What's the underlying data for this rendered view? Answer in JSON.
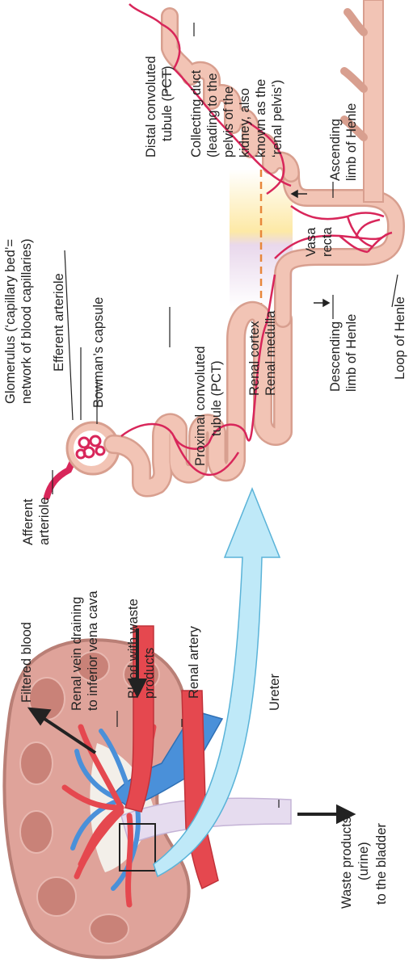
{
  "labels": {
    "filtered_blood": "Filtered blood",
    "renal_vein_1": "Renal vein draining",
    "renal_vein_2": "to inferior vena cava",
    "blood_waste_1": "Blood with waste",
    "blood_waste_2": "products",
    "renal_artery": "Renal artery",
    "ureter": "Ureter",
    "waste_products_1": "Waste products",
    "waste_products_2": "(urine)",
    "waste_products_3": "to the bladder",
    "afferent_1": "Afferent",
    "afferent_2": "arteriole",
    "glomerulus_1": "Glomerulus (‘capillary bed’=",
    "glomerulus_2": "network of blood capillaries)",
    "efferent": "Efferent arteriole",
    "bowman": "Bowman’s capsule",
    "pct_1": "Proximal convoluted",
    "pct_2": "tubule (PCT)",
    "renal_cortex": "Renal cortex",
    "renal_medulla": "Renal medulla",
    "descending_1": "Descending",
    "descending_2": "limb of Henle",
    "loop": "Loop of Henle",
    "vasa_1": "Vasa",
    "vasa_2": "recta",
    "ascending_1": "Ascending",
    "ascending_2": "limb of Henle",
    "dct_1": "Distal convoluted",
    "dct_2": "tubule (PCT)",
    "collecting_1": "Collecting duct",
    "collecting_2": "(leading to the",
    "collecting_3": "pelvis of the",
    "collecting_4": "kidney, also",
    "collecting_5": "known as the",
    "collecting_6": "‘renal pelvis’)"
  },
  "colors": {
    "kidney": "#dfa39a",
    "kidney_outline": "#b97f76",
    "artery": "#e5484f",
    "vein": "#4a90d9",
    "tubule": "#f2c4b5",
    "tubule_outline": "#d89f8f",
    "capillary": "#d8265a",
    "ureter": "#e6dcef",
    "flow_arrow": "#bfe9f8",
    "cortex_band": "#fde9a6",
    "medulla_band": "#e9d8ec",
    "boundary": "#e8873b"
  }
}
